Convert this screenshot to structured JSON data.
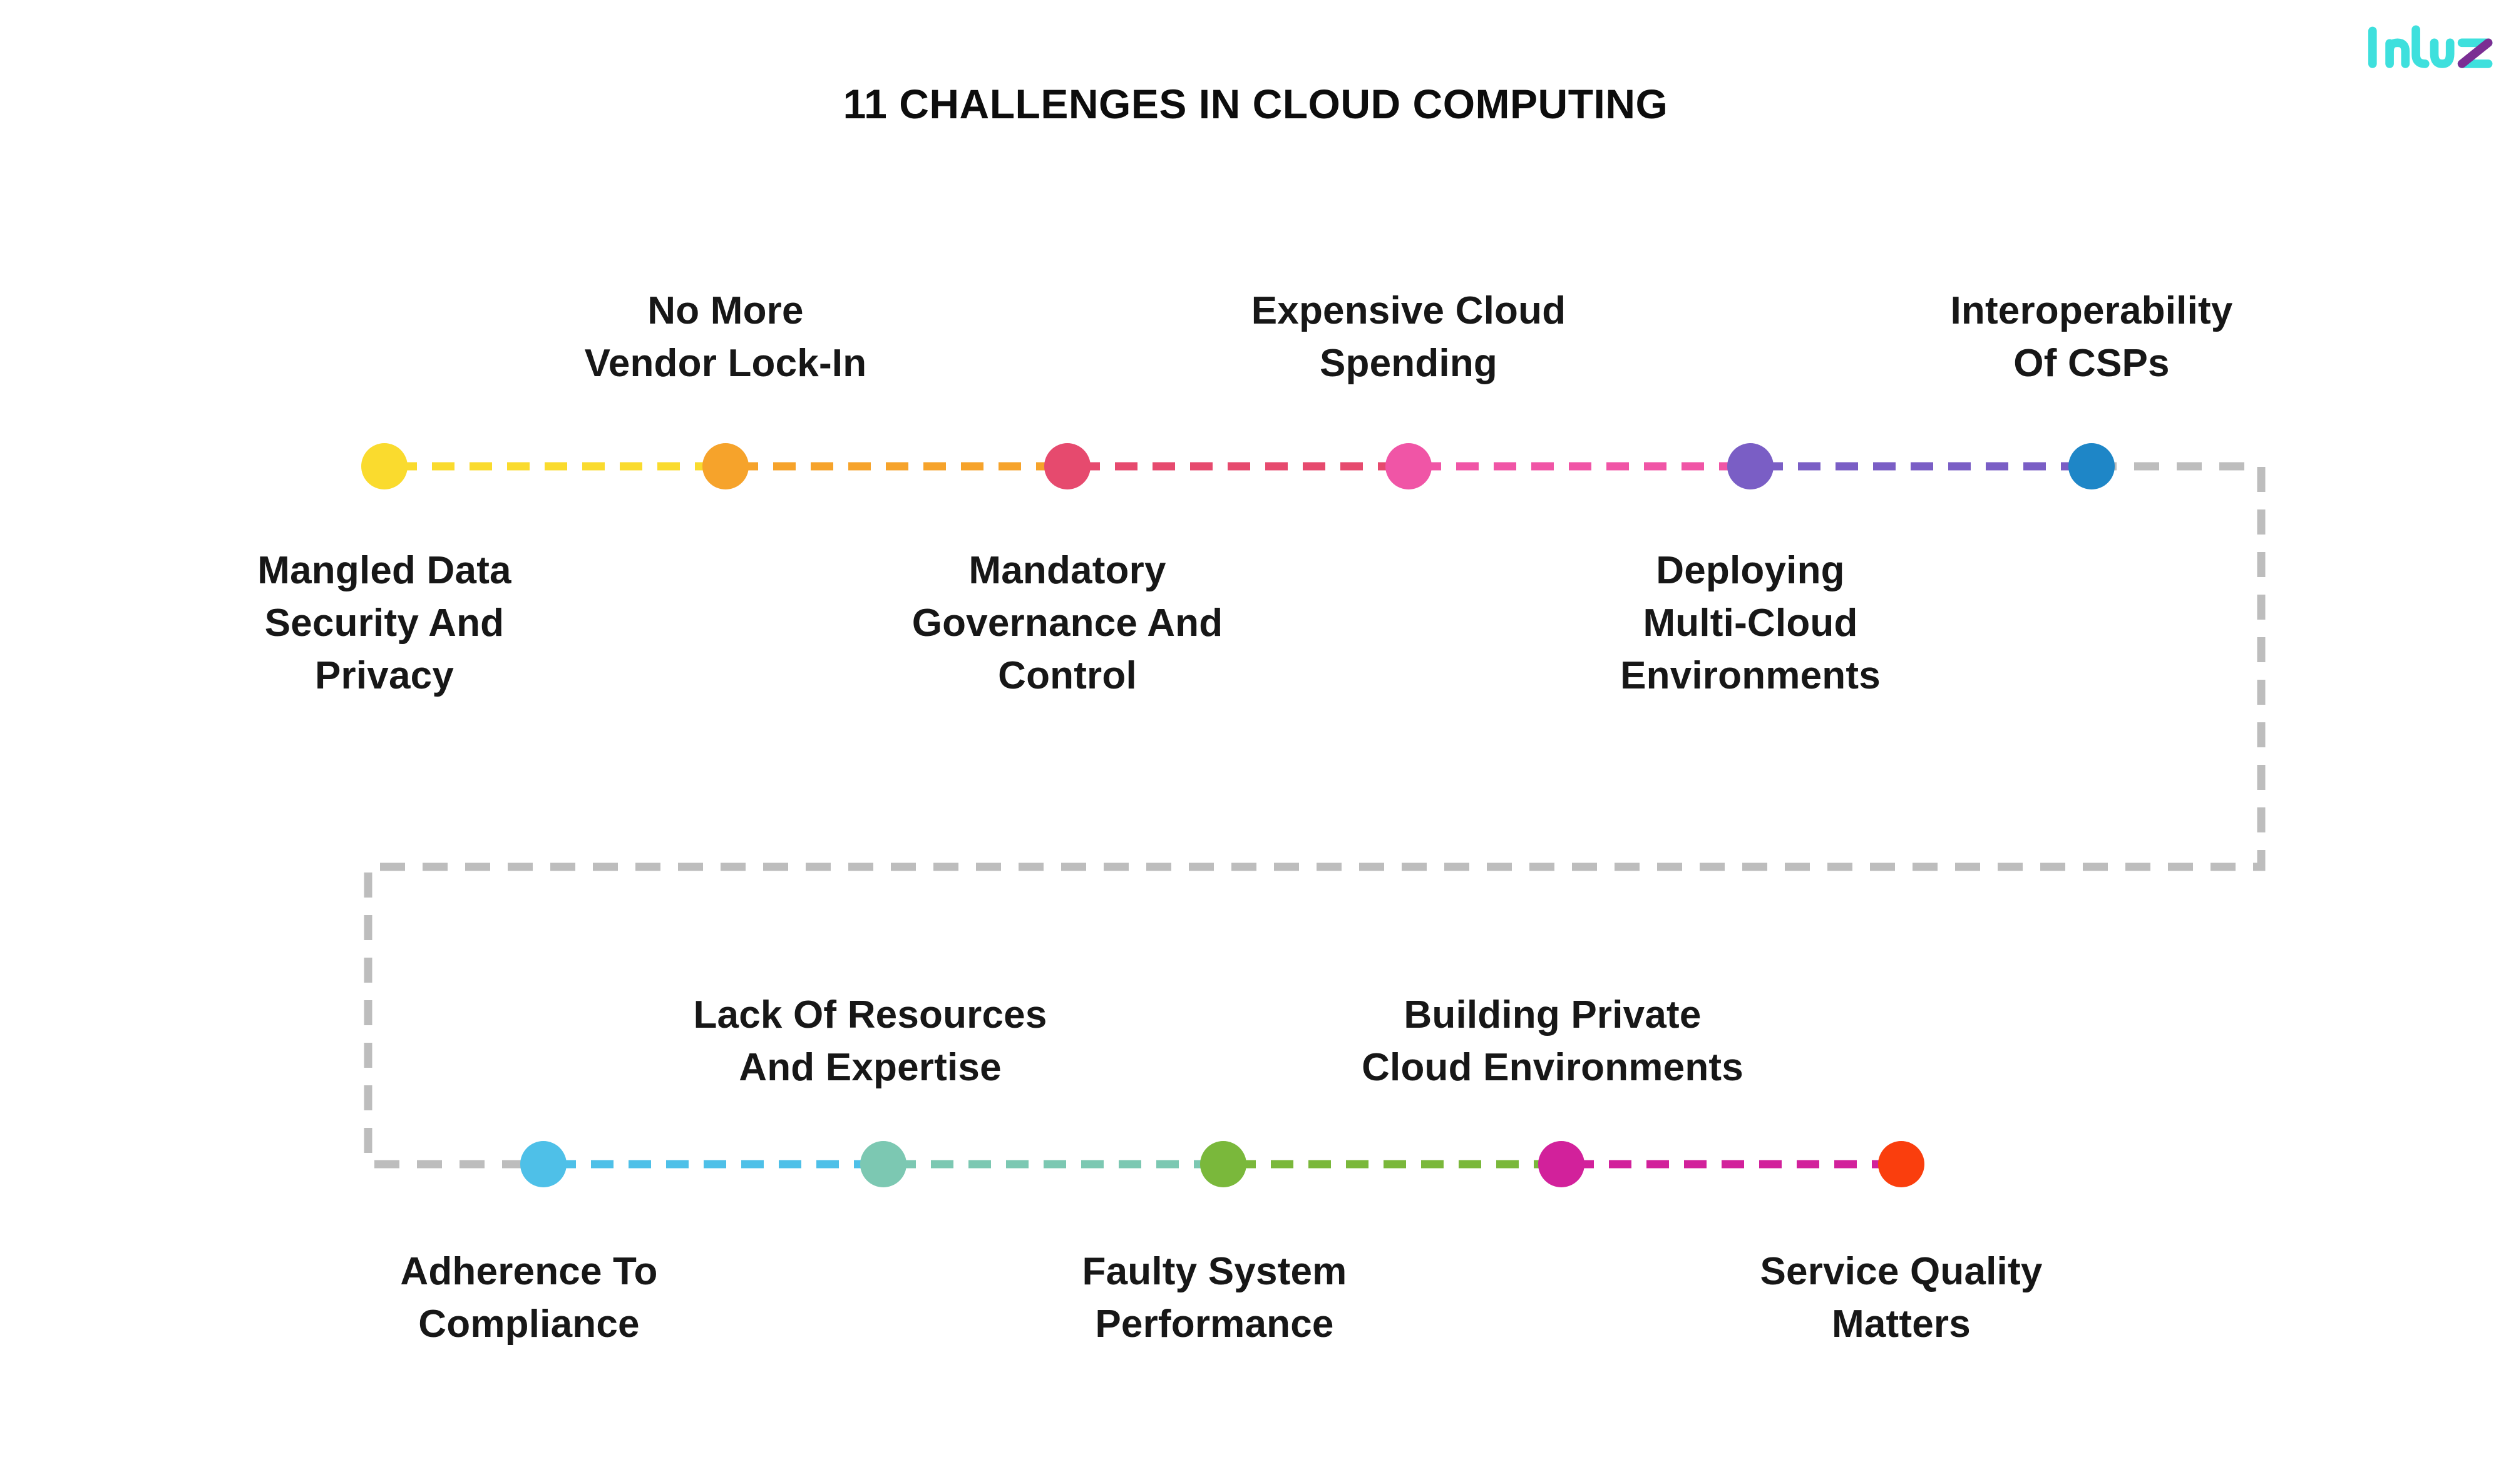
{
  "title": "11 CHALLENGES IN CLOUD COMPUTING",
  "logo": {
    "text": "Intuz",
    "primary_color": "#3EE0DD",
    "accent_color": "#7B2E93"
  },
  "connector": {
    "color": "#BDBDBD"
  },
  "text_color": "#171717",
  "background_color": "#FFFFFF",
  "rows": [
    {
      "position": "top",
      "items": [
        {
          "label": "Mangled Data Security And Privacy",
          "label_lines": [
            "Mangled Data",
            "Security And",
            "Privacy"
          ],
          "color": "#FADB2E",
          "label_position": "below"
        },
        {
          "label": "No More Vendor Lock-In",
          "label_lines": [
            "No More",
            "Vendor Lock-In"
          ],
          "color": "#F6A32B",
          "label_position": "above"
        },
        {
          "label": "Mandatory Governance And Control",
          "label_lines": [
            "Mandatory",
            "Governance And",
            "Control"
          ],
          "color": "#E64A6E",
          "label_position": "below"
        },
        {
          "label": "Expensive Cloud Spending",
          "label_lines": [
            "Expensive Cloud",
            "Spending"
          ],
          "color": "#F055A6",
          "label_position": "above"
        },
        {
          "label": "Deploying Multi-Cloud Environments",
          "label_lines": [
            "Deploying",
            "Multi-Cloud",
            "Environments"
          ],
          "color": "#7A5EC5",
          "label_position": "below"
        },
        {
          "label": "Interoperability Of CSPs",
          "label_lines": [
            "Interoperability",
            "Of CSPs"
          ],
          "color": "#1E86C7",
          "label_position": "above"
        }
      ]
    },
    {
      "position": "bottom",
      "items": [
        {
          "label": "Adherence To Compliance",
          "label_lines": [
            "Adherence To",
            "Compliance"
          ],
          "color": "#4EC0E8",
          "label_position": "below"
        },
        {
          "label": "Lack Of Resources And Expertise",
          "label_lines": [
            "Lack Of Resources",
            "And Expertise"
          ],
          "color": "#7CC8B2",
          "label_position": "above"
        },
        {
          "label": "Faulty System Performance",
          "label_lines": [
            "Faulty System",
            "Performance"
          ],
          "color": "#7AB83B",
          "label_position": "below"
        },
        {
          "label": "Building Private Cloud Environments",
          "label_lines": [
            "Building Private",
            "Cloud Environments"
          ],
          "color": "#D2219B",
          "label_position": "above"
        },
        {
          "label": "Service Quality Matters",
          "label_lines": [
            "Service Quality",
            "Matters"
          ],
          "color": "#FA3E0D",
          "label_position": "below"
        }
      ]
    }
  ]
}
